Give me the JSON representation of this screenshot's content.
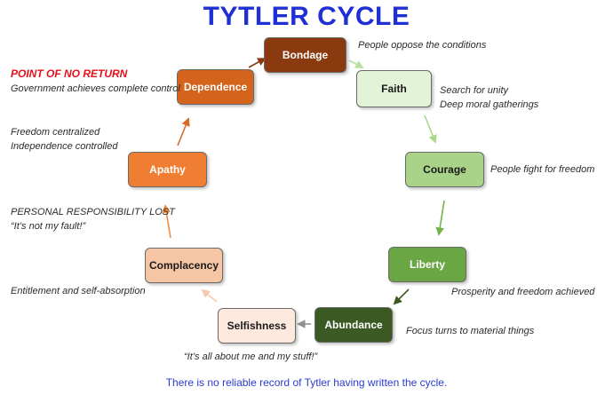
{
  "title": "TYTLER CYCLE",
  "nodes": {
    "bondage": {
      "label": "Bondage",
      "fill": "#8b3a10",
      "text": "#ffffff"
    },
    "faith": {
      "label": "Faith",
      "fill": "#e2f3d7",
      "text": "#1a1a1a"
    },
    "courage": {
      "label": "Courage",
      "fill": "#a9d389",
      "text": "#1a1a1a"
    },
    "liberty": {
      "label": "Liberty",
      "fill": "#6aa744",
      "text": "#ffffff"
    },
    "abundance": {
      "label": "Abundance",
      "fill": "#3b5a23",
      "text": "#ffffff"
    },
    "selfishness": {
      "label": "Selfishness",
      "fill": "#fde9dd",
      "text": "#1a1a1a"
    },
    "complacency": {
      "label": "Complacency",
      "fill": "#f6c6a4",
      "text": "#1a1a1a"
    },
    "apathy": {
      "label": "Apathy",
      "fill": "#ef7e33",
      "text": "#ffffff"
    },
    "dependence": {
      "label": "Dependence",
      "fill": "#d4641c",
      "text": "#ffffff"
    }
  },
  "notes": {
    "bondage": [
      "People oppose the conditions"
    ],
    "faith": [
      "Search for unity",
      "Deep moral gatherings"
    ],
    "courage": [
      "People fight for freedom"
    ],
    "liberty": [
      "Prosperity and freedom achieved"
    ],
    "abundance": [
      "Focus turns to material things"
    ],
    "selfishness": [
      "“It’s all about me and my stuff!”"
    ],
    "complacency": [
      "Entitlement and self-absorption"
    ],
    "apathy": [
      "PERSONAL RESPONSIBILITY LOST",
      "“It’s not my fault!”"
    ],
    "centralized": [
      "Freedom centralized",
      "Independence controlled"
    ],
    "dependence": [
      "Government achieves complete control"
    ]
  },
  "point_of_no_return": "POINT OF NO RETURN",
  "footer": "There is no reliable record of Tytler having written the cycle.",
  "colors": {
    "title": "#1f2fd6",
    "warning": "#e8101a",
    "footer": "#2a3bd0"
  }
}
